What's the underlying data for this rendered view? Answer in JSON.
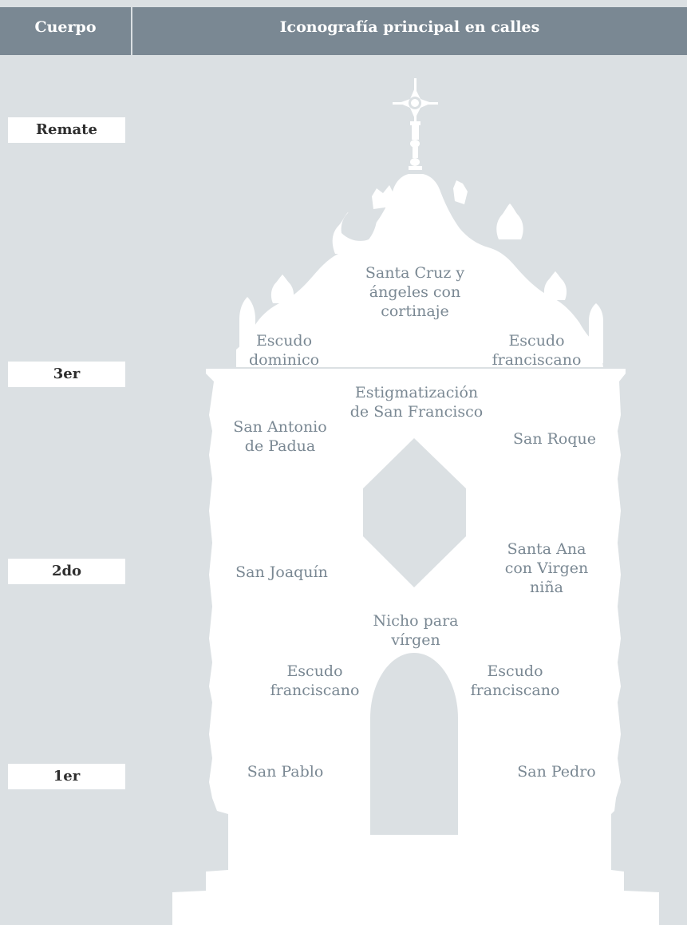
{
  "header": {
    "col1": "Cuerpo",
    "col2": "Iconografía principal en calles"
  },
  "levels": {
    "remate": "Remate",
    "tercero": "3er",
    "segundo": "2do",
    "primero": "1er"
  },
  "iconography": {
    "santa_cruz": "Santa Cruz y\nángeles con\ncortinaje",
    "escudo_dominico": "Escudo\ndominico",
    "escudo_franciscano_remate": "Escudo\nfranciscano",
    "estigmatizacion": "Estigmatización\nde San Francisco",
    "san_antonio": "San Antonio\nde Padua",
    "san_roque": "San Roque",
    "san_joaquin": "San Joaquín",
    "santa_ana": "Santa Ana\ncon Virgen\nniña",
    "nicho": "Nicho para\nvírgen",
    "escudo_franciscano_izq": "Escudo\nfranciscano",
    "escudo_franciscano_der": "Escudo\nfranciscano",
    "san_pablo": "San Pablo",
    "san_pedro": "San Pedro"
  },
  "colors": {
    "background": "#dbe0e3",
    "header": "#7a8893",
    "altar": "#ffffff",
    "text": "#7a8893"
  }
}
